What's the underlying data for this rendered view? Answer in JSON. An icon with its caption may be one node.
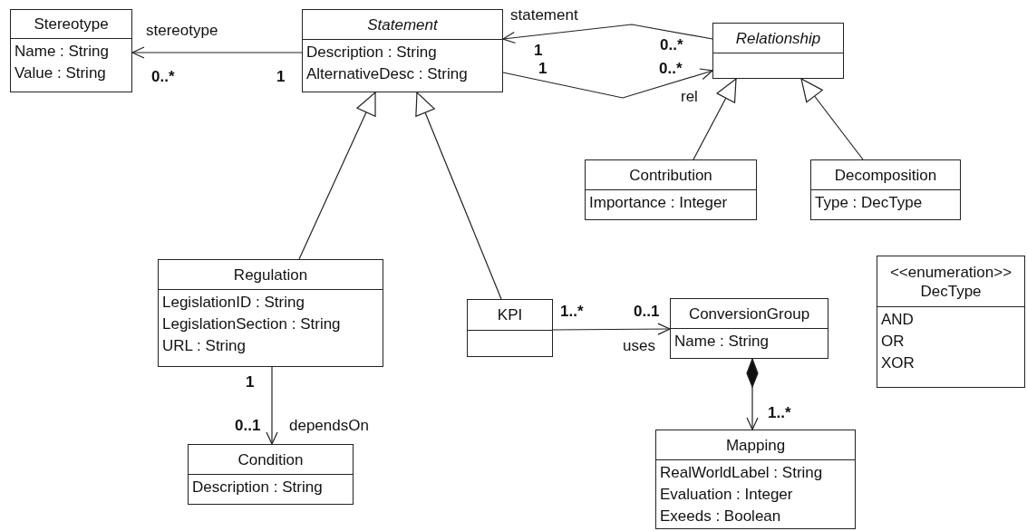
{
  "diagram": {
    "nodes": [
      {
        "text": [
          "Stereotype",
          "Name : String",
          "Value : String"
        ]
      },
      {
        "text": [
          "Statement",
          "Description : String",
          "AlternativeDesc : String"
        ]
      },
      {
        "text": [
          "Relationship"
        ]
      },
      {
        "text": [
          "Contribution",
          "Importance : Integer"
        ]
      },
      {
        "text": [
          "Decomposition",
          "Type : DecType"
        ]
      },
      {
        "text": [
          "Regulation",
          "LegislationID : String",
          "LegislationSection : String",
          "URL : String"
        ]
      },
      {
        "text": [
          "KPI"
        ]
      },
      {
        "text": [
          "ConversionGroup",
          "Name : String"
        ]
      },
      {
        "text": [
          "<<enumeration>>",
          "DecType",
          "AND",
          "OR",
          "XOR"
        ]
      },
      {
        "text": [
          "Mapping",
          "RealWorldLabel : String",
          "Evaluation : Integer",
          "Exeeds : Boolean"
        ]
      },
      {
        "text": [
          "Condition",
          "Description : String"
        ]
      }
    ],
    "edges": [
      {
        "from": 1,
        "to": 0,
        "arrow": "to",
        "label": "stereotype"
      },
      {
        "from": 2,
        "to": 1,
        "arrow": "to",
        "label": "statement"
      },
      {
        "from": 1,
        "to": 2,
        "arrow": "to",
        "label": "rel"
      },
      {
        "from": 3,
        "to": 2,
        "arrow": "to"
      },
      {
        "from": 4,
        "to": 2,
        "arrow": "to"
      },
      {
        "from": 5,
        "to": 1,
        "arrow": "to"
      },
      {
        "from": 6,
        "to": 1,
        "arrow": "to"
      },
      {
        "from": 6,
        "to": 7,
        "arrow": "to",
        "label": "uses"
      },
      {
        "from": 5,
        "to": 10,
        "arrow": "to",
        "label": "dependsOn"
      },
      {
        "from": 7,
        "to": 9,
        "arrow": "to"
      }
    ],
    "labels": [
      "1",
      "0..*",
      "1",
      "0..*",
      "0..*",
      "1",
      "1..*",
      "0..1",
      "1",
      "1..*",
      "0..1"
    ]
  }
}
